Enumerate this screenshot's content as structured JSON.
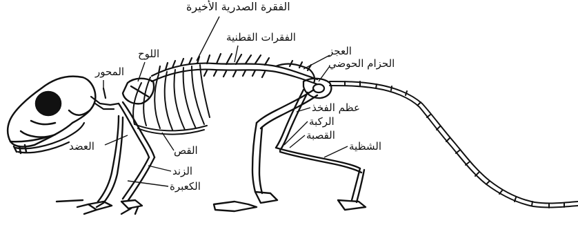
{
  "labels": {
    "last_thoracic_vertebra": "الفقرة الصدرية الأخيرة",
    "lumbar_vertebrae": "الفقرات القطنية",
    "scapula": "اللوح",
    "axis": "المحور",
    "sacrum": "العجز",
    "pelvic_girdle": "الحزام الحوضي",
    "femur": "عظم الفخذ",
    "knee": "الركبة",
    "tibia": "القصبة",
    "fibula": "الشظية",
    "humerus": "العضد",
    "ribcage": "القص",
    "ulna": "الزند",
    "radius": "الكعبرة"
  },
  "colors": {
    "ink": "#111111",
    "background": "#ffffff"
  }
}
